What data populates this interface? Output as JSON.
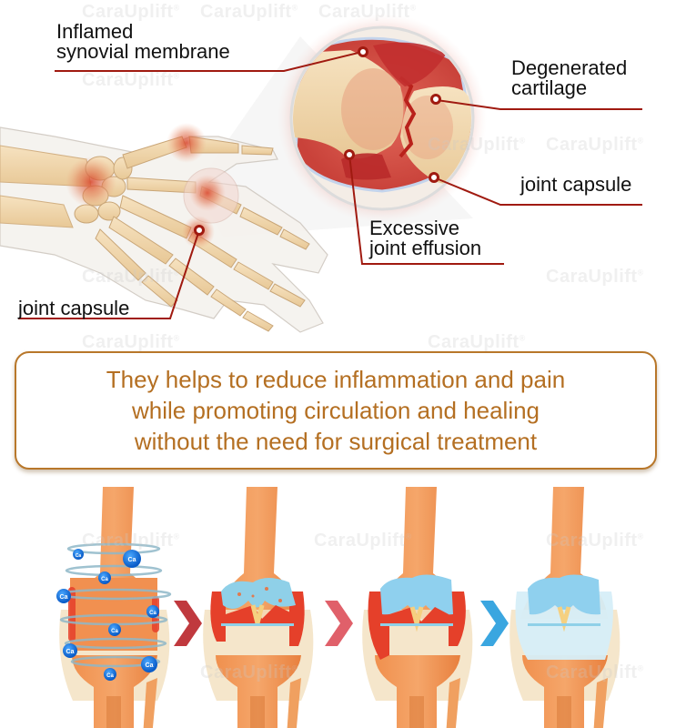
{
  "watermark": {
    "text": "CaraUplift",
    "mark": "®"
  },
  "hand_diagram": {
    "labels": {
      "inflamed_synovial_membrane": [
        "Inflamed",
        "synovial membrane"
      ],
      "degenerated_cartilage": [
        "Degenerated",
        "cartilage"
      ],
      "joint_capsule_right": "joint capsule",
      "excessive_joint_effusion": [
        "Excessive",
        "joint effusion"
      ],
      "joint_capsule_left": "joint capsule"
    },
    "leader_line_color": "#a01a10"
  },
  "info_box": {
    "lines": [
      "They helps to reduce inflammation and pain",
      "while promoting circulation and healing",
      "without the need for surgical treatment"
    ],
    "text_color": "#b46f22",
    "border_color": "#b8772a"
  },
  "knee_stages": {
    "stages": [
      {
        "name": "calcium-treatment",
        "ion_label": "Ca"
      },
      {
        "name": "severe-inflammation"
      },
      {
        "name": "reduced-inflammation"
      },
      {
        "name": "healthy-knee"
      }
    ],
    "arrows": [
      {
        "color": "#c0393e"
      },
      {
        "color": "#e0606a"
      },
      {
        "color": "#3aa6e0"
      }
    ]
  }
}
